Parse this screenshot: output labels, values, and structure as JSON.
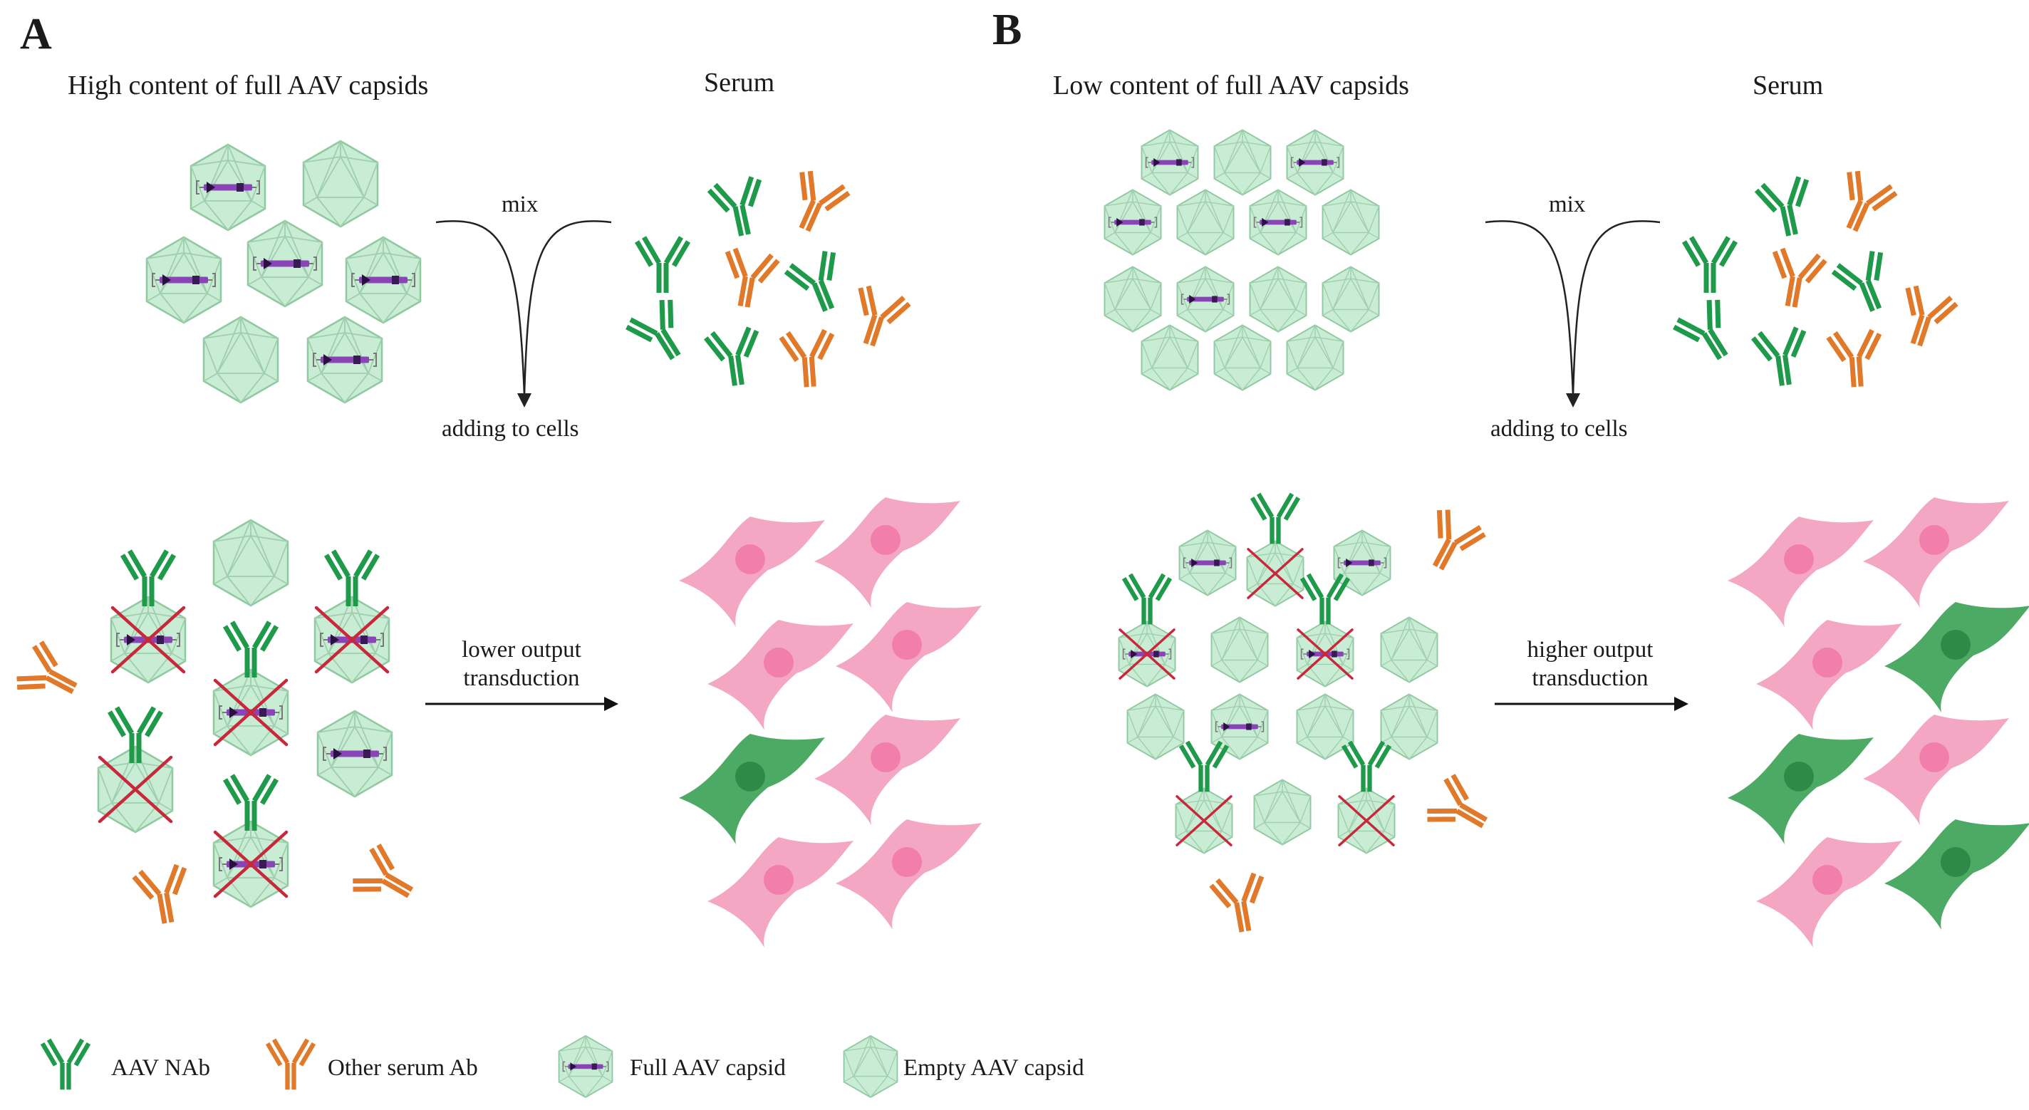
{
  "panel_a": {
    "letter": "A",
    "capsid_title": "High content of full AAV capsids",
    "serum_title": "Serum",
    "mix_label": "mix",
    "adding_label": "adding to cells",
    "arrow_label_line1": "lower output",
    "arrow_label_line2": "transduction"
  },
  "panel_b": {
    "letter": "B",
    "capsid_title": "Low content of full AAV capsids",
    "serum_title": "Serum",
    "mix_label": "mix",
    "adding_label": "adding to cells",
    "arrow_label_line1": "higher output",
    "arrow_label_line2": "transduction"
  },
  "legend": {
    "nab": "AAV NAb",
    "other_ab": "Other serum Ab",
    "full_capsid": "Full AAV capsid",
    "empty_capsid": "Empty AAV capsid"
  },
  "colors": {
    "nab_green": "#1e9a4a",
    "other_orange": "#e07a2a",
    "capsid_fill": "#c9ecd4",
    "capsid_stroke": "#8fc9a0",
    "genome_purple": "#8a44b8",
    "cross_red": "#c8283a",
    "cell_pink": "#f4a7c3",
    "nucleus_pink": "#f27eab",
    "cell_green": "#4caa64",
    "nucleus_green": "#2f8a47"
  }
}
